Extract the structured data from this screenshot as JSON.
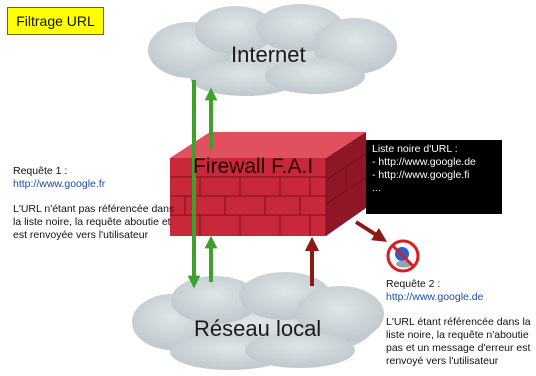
{
  "title": "Filtrage URL",
  "clouds": {
    "top_label": "Internet",
    "bottom_label": "Réseau local"
  },
  "firewall": {
    "label": "Firewall F.A.I"
  },
  "blacklist": {
    "heading": "Liste noire d'URL :",
    "items": [
      "- http://www.google.de",
      "- http://www.google.fi",
      "..."
    ]
  },
  "request1": {
    "heading": "Requête 1 :",
    "url": "http://www.google.fr",
    "description": "L'URL n'étant pas référencée dans la liste noire, la requête aboutie et est renvoyée vers l'utilisateur"
  },
  "request2": {
    "heading": "Requête 2 :",
    "url": "http://www.google.de",
    "description": "L'URL étant référencée dans la liste noire, la requête n'aboutie pas et un message d'erreur est renvoyé vers l'utilisateur"
  },
  "colors": {
    "title_bg": "#ffff00",
    "cloud": "#c9d2d6",
    "firewall_front": "#c8283a",
    "firewall_top": "#e0505d",
    "firewall_side": "#8e1626",
    "arrow_green": "#3fa02c",
    "arrow_red": "#8c1a14",
    "url_text": "#1a4fa8"
  }
}
